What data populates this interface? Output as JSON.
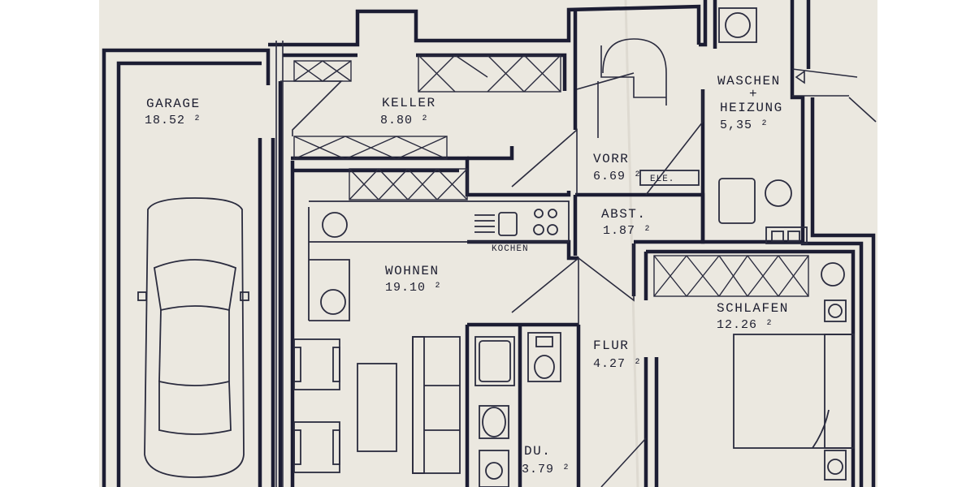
{
  "colors": {
    "paper": "#ebe8e0",
    "ink": "#1c1d33",
    "margin": "#ffffff"
  },
  "rooms": {
    "garage": {
      "name": "GARAGE",
      "area": "18.52 ²"
    },
    "keller": {
      "name": "KELLER",
      "area": "8.80 ²"
    },
    "waschen": {
      "name_line1": "WASCHEN",
      "name_line2": "+",
      "name_line3": "HEIZUNG",
      "area": "5,35 ²"
    },
    "vorr": {
      "name": "VORR",
      "area": "6.69 ²"
    },
    "abst": {
      "name": "ABST.",
      "area": "1.87 ²"
    },
    "wohnen": {
      "name": "WOHNEN",
      "area": "19.10 ²"
    },
    "flur": {
      "name": "FLUR",
      "area": "4.27 ²"
    },
    "schlafen": {
      "name": "SCHLAFEN",
      "area": "12.26 ²"
    },
    "du": {
      "name": "DU.",
      "area": "3.79 ²"
    }
  },
  "labels": {
    "kochen": "KOCHEN",
    "ele": "ELE."
  }
}
